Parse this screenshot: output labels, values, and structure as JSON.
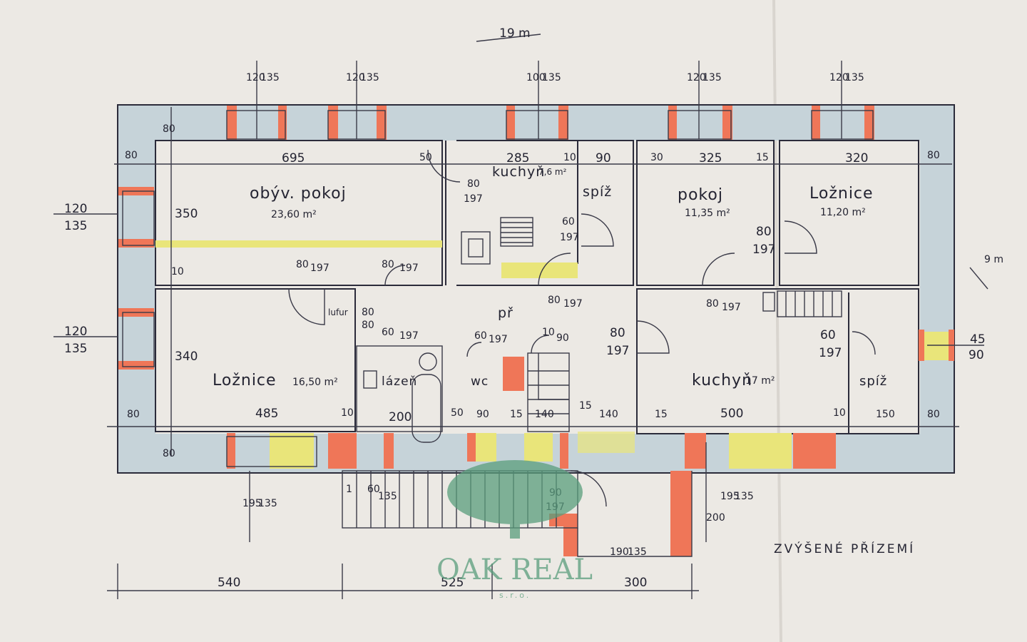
{
  "rooms": {
    "obyv": {
      "name": "obýv. pokoj",
      "area": "23,60 m²"
    },
    "kuchyn1": {
      "name": "kuchyň",
      "area": "7,6 m²"
    },
    "spiz1": {
      "name": "spíž"
    },
    "pokoj": {
      "name": "pokoj",
      "area": "11,35 m²"
    },
    "loznice1": {
      "name": "Ložnice",
      "area": "11,20 m²"
    },
    "predsin": {
      "name": "př"
    },
    "loznice2": {
      "name": "Ložnice",
      "area": "16,50 m²"
    },
    "lazen": {
      "name": "lázeň"
    },
    "wc": {
      "name": "wc"
    },
    "kuchyn2": {
      "name": "kuchyň",
      "area": "17 m²"
    },
    "spiz2": {
      "name": "spíž"
    },
    "lufur": {
      "name": "lufur"
    }
  },
  "dimensions": {
    "top_interior": [
      "695",
      "50",
      "285",
      "10",
      "90",
      "30",
      "325",
      "15",
      "320"
    ],
    "bottom_interior": [
      "485",
      "10",
      "200",
      "50",
      "90",
      "15",
      "140",
      "15",
      "140",
      "15",
      "500",
      "10",
      "150"
    ],
    "overall_bottom": [
      "540",
      "525",
      "300"
    ],
    "wall_80": "80",
    "wall_10": "10",
    "height_350": "350",
    "height_340": "340",
    "window_top": {
      "w": "120",
      "h": "135"
    },
    "window_top_kitchen": {
      "w": "100",
      "h": "135"
    },
    "window_bottom": {
      "w": "195",
      "h": "135"
    },
    "window_small": {
      "w": "45",
      "h": "90"
    },
    "door_80_197": {
      "w": "80",
      "h": "197"
    },
    "door_60_197": {
      "w": "60",
      "h": "197"
    },
    "door_80_80": {
      "w": "80",
      "h": "80"
    },
    "door_90_197": {
      "w": "90",
      "h": "197"
    },
    "entry_60_135": {
      "w": "60",
      "h": "135"
    },
    "stair_90": "90",
    "stair_10": "10",
    "misc_200": "200",
    "misc_190_135": {
      "w": "190",
      "h": "135"
    },
    "scale_19m": "19 m",
    "scale_9m": "9 m",
    "step_mark": "1"
  },
  "floor_label": "ZVÝŠENÉ PŘÍZEMÍ",
  "watermark": {
    "name": "OAK REAL",
    "suffix": "s.r.o."
  },
  "colors": {
    "wall": "#c6d3d9",
    "brick": "#ef7658",
    "yellow": "#e9e57a",
    "ink": "#2b2b3a",
    "paper": "#ece9e4",
    "green": "#5a9e7c"
  }
}
